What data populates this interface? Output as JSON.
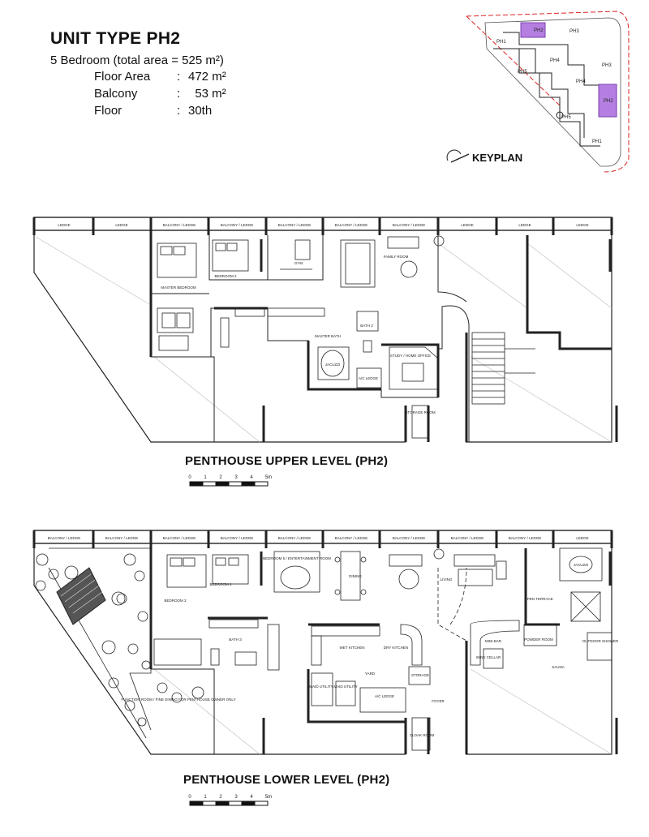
{
  "header": {
    "title": "UNIT TYPE PH2",
    "summary": "5 Bedroom (total area = 525 m²)",
    "specs": [
      {
        "label": "Floor Area",
        "value": "472 m²"
      },
      {
        "label": "Balcony",
        "value": "  53 m²"
      },
      {
        "label": "Floor",
        "value": "30th"
      }
    ],
    "colon": ":"
  },
  "keyplan": {
    "label": "KEYPLAN",
    "units": [
      "PH1",
      "PH2",
      "PH3",
      "PH4",
      "PH5",
      "PH3",
      "PH4",
      "PH2",
      "PH5",
      "PH1"
    ],
    "highlight_color": "#b47fe0"
  },
  "upper": {
    "caption": "PENTHOUSE UPPER LEVEL (PH2)",
    "ledges": [
      "LEDGE",
      "LEDGE",
      "BALCONY / LEDGE",
      "BALCONY / LEDGE",
      "BALCONY / LEDGE",
      "BALCONY / LEDGE",
      "BALCONY / LEDGE",
      "LEDGE",
      "LEDGE",
      "LEDGE"
    ],
    "rooms": {
      "master_bedroom": "MASTER BEDROOM",
      "bedroom2": "BEDROOM 2",
      "gym": "GYM",
      "family": "FAMILY ROOM",
      "master_bath": "MASTER BATH",
      "bath2": "BATH 2",
      "jacuzzi": "JACUZZI",
      "ac_ledge": "A/C LEDGE",
      "study": "STUDY / HOME OFFICE",
      "storage": "STORAGE ROOM"
    }
  },
  "lower": {
    "caption": "PENTHOUSE LOWER LEVEL (PH2)",
    "ledges": [
      "BALCONY / LEDGE",
      "BALCONY / LEDGE",
      "BALCONY / LEDGE",
      "BALCONY / LEDGE",
      "BALCONY / LEDGE",
      "BALCONY / LEDGE",
      "BALCONY / LEDGE",
      "BALCONY / LEDGE",
      "BALCONY / LEDGE",
      "LEDGE"
    ],
    "rooms": {
      "bedroom3": "BEDROOM 3",
      "bedroom4": "BEDROOM 4",
      "bedroom5": "BEDROOM 5 / ENTERTAINMENT ROOM",
      "dining": "DINING",
      "living": "LIVING",
      "open_terrace": "OPEN TERRACE",
      "jacuzzi": "JACUZZI",
      "bath3": "BATH 3",
      "wet_kitchen": "WET KITCHEN",
      "dry_kitchen": "DRY KITCHEN",
      "minibar": "MINI-BAR",
      "wine_cellar": "WINE CELLAR",
      "powder": "POWDER ROOM",
      "outdoor_shower": "OUTDOOR SHOWER",
      "sauna": "SAUNA",
      "yard": "YARD",
      "maid_utility": "MAID UTILITY",
      "maid_utility2": "MAID UTILITY",
      "storage": "STORAGE",
      "ac_ledge": "A/C LEDGE",
      "foyer": "FOYER",
      "cloak": "CLOAK ROOM",
      "function": "FUNCTION ROOM / FINE DINING FOR PENTHOUSE OWNER ONLY"
    }
  },
  "scale": {
    "ticks": [
      "0",
      "1",
      "2",
      "3",
      "4",
      "5m"
    ]
  }
}
